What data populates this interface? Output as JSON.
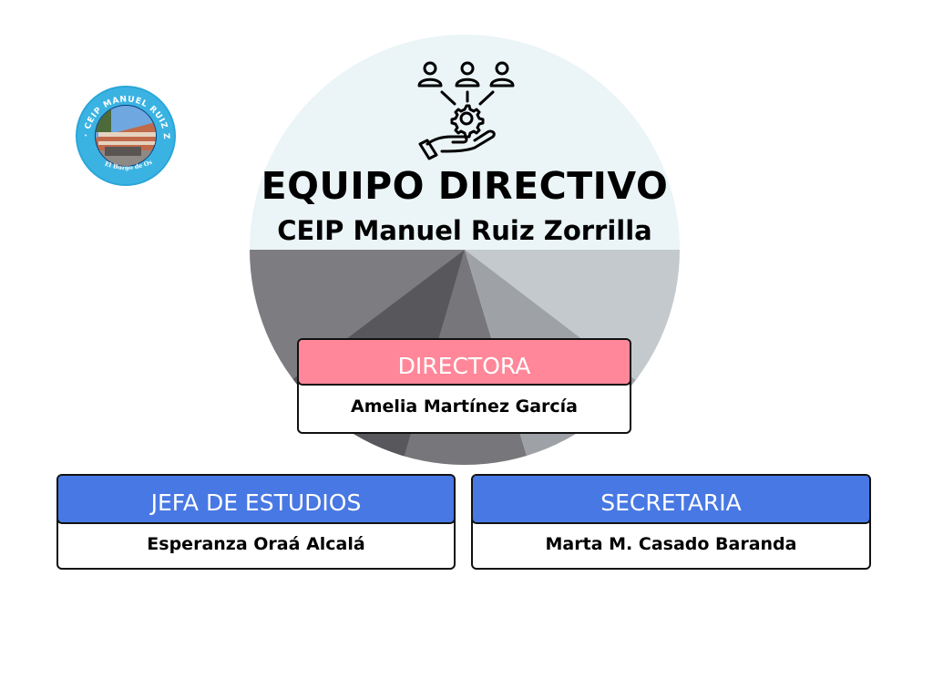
{
  "header": {
    "title": "EQUIPO DIRECTIVO",
    "subtitle": "CEIP Manuel Ruiz Zorrilla",
    "icon": "team-management-hand-gear-icon"
  },
  "logo": {
    "ring_text": "· CEIP MANUEL RUIZ ZORRILLA ·",
    "bottom_text": "El Burgo de Osma",
    "ring_color": "#2aa6d9"
  },
  "colors": {
    "disc_top": "#ebf4f6",
    "wedge_left": "#7d7c80",
    "wedge_dark": "#58575c",
    "wedge_middle": "#77777b",
    "wedge_lightmid": "#9ea1a5",
    "wedge_right": "#c3c9cc",
    "directora_header": "#ff8799",
    "staff_header": "#4878e3"
  },
  "org": {
    "directora": {
      "role": "DIRECTORA",
      "name": "Amelia Martínez García"
    },
    "jefa_estudios": {
      "role": "JEFA DE ESTUDIOS",
      "name": "Esperanza Oraá Alcalá"
    },
    "secretaria": {
      "role": "SECRETARIA",
      "name": "Marta M. Casado Baranda"
    }
  }
}
